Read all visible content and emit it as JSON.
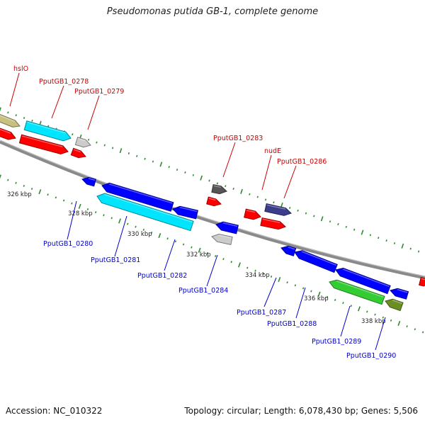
{
  "title": "Pseudomonas putida GB-1, complete genome",
  "footer": {
    "accession": "Accession: NC_010322",
    "summary": "Topology: circular; Length: 6,078,430 bp; Genes: 5,506"
  },
  "colors": {
    "background": "#ffffff",
    "backbone": "#8a8a8a",
    "tick": "#2e8b2e",
    "forward_label": "#cc0000",
    "reverse_label": "#0000cc"
  },
  "scale_labels": [
    "326 kbp",
    "328 kbp",
    "330 kbp",
    "332 kbp",
    "334 kbp",
    "336 kbp",
    "338 kbp"
  ],
  "forward_genes": [
    {
      "name": "hslO",
      "color": "#c8c080"
    },
    {
      "name": "PputGB1_0278",
      "color": "#00e5ff"
    },
    {
      "name": "PputGB1_0279",
      "color": "#cccccc"
    },
    {
      "name": "PputGB1_0283",
      "color": "#555555"
    },
    {
      "name": "nudE",
      "color": "#3c3c8c"
    },
    {
      "name": "PputGB1_0286",
      "color": "#ff0000"
    }
  ],
  "reverse_genes": [
    {
      "name": "PputGB1_0280",
      "color": "#0000ff"
    },
    {
      "name": "PputGB1_0281",
      "color": "#0000ff"
    },
    {
      "name": "PputGB1_0282",
      "color": "#00e5ff"
    },
    {
      "name": "PputGB1_0284",
      "color": "#0000ff"
    },
    {
      "name": "PputGB1_0287",
      "color": "#0000ff"
    },
    {
      "name": "PputGB1_0288",
      "color": "#0000ff"
    },
    {
      "name": "PputGB1_0289",
      "color": "#33cc33"
    },
    {
      "name": "PputGB1_0290",
      "color": "#6b8e23"
    }
  ]
}
